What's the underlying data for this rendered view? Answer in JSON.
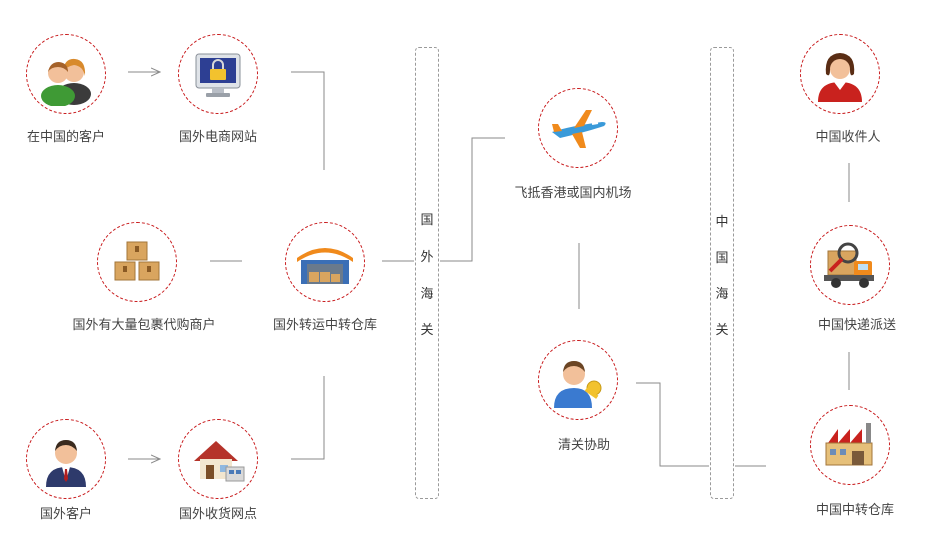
{
  "nodes": {
    "china_customer": "在中国的客户",
    "foreign_site": "国外电商网站",
    "bulk_merchant": "国外有大量包裹代购商户",
    "transit_warehouse": "国外转运中转仓库",
    "foreign_customer": "国外客户",
    "receiving_point": "国外收货网点",
    "airport": "飞抵香港或国内机场",
    "clearance": "清关协助",
    "recipient": "中国收件人",
    "express": "中国快递派送",
    "cn_warehouse": "中国中转仓库"
  },
  "customs": {
    "foreign": [
      "国",
      "外",
      "海",
      "关"
    ],
    "china": [
      "中",
      "国",
      "海",
      "关"
    ]
  },
  "colors": {
    "circle_border": "#c8191b",
    "line": "#8a8a8a",
    "text": "#444444"
  }
}
